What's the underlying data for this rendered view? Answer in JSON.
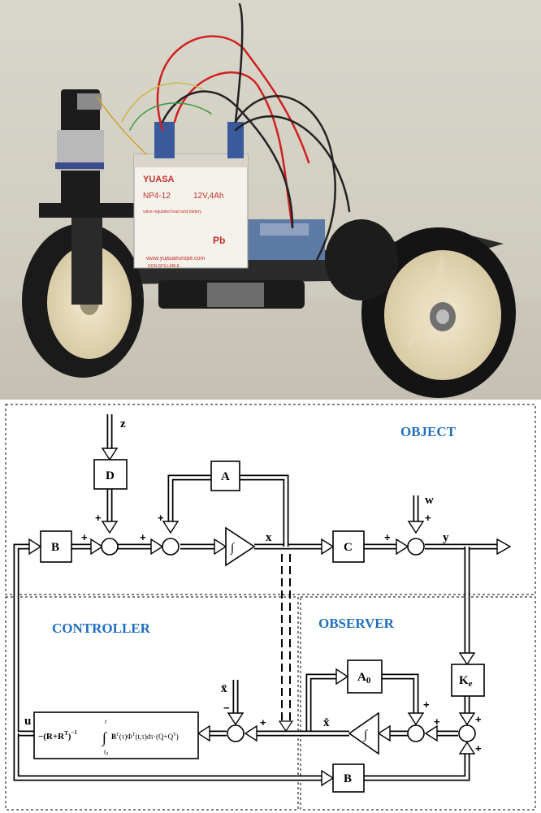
{
  "photo": {
    "battery_brand": "YUASA",
    "battery_model": "NP4-12",
    "battery_rating": "12V,4Ah",
    "battery_chem": "Pb",
    "battery_desc": "valve regulated lead acid battery",
    "battery_url": "www.yuasaeurope.com",
    "battery_note": "NON-SPILLABLE"
  },
  "regions": {
    "object": "OBJECT",
    "controller": "CONTROLLER",
    "observer": "OBSERVER"
  },
  "blocks": {
    "D": "D",
    "A": "A",
    "B_top": "B",
    "C": "C",
    "A0": "A",
    "A0_sub": "0",
    "Ke": "K",
    "Ke_sub": "e",
    "B_bottom": "B",
    "integrator": "∫",
    "integrator_obs": "∫"
  },
  "signals": {
    "z": "z",
    "w": "w",
    "x": "x",
    "y": "y",
    "u": "u",
    "xhat": "x̂",
    "xbar": "x̄"
  },
  "controller_formula": {
    "part1": "−(R+R",
    "sup_T1": "T",
    "part2": ")",
    "sup_inv": "−1",
    "integral": "∫",
    "upper": "t",
    "lower": "t",
    "lower_sub": "0",
    "part3": "B",
    "sup_T2": "T",
    "part4": "(τ)Φ",
    "sup_T3": "T",
    "part5": "(t,τ)dτ·(Q+Q",
    "sup_T4": "T",
    "part6": ")"
  },
  "signs": {
    "plus": "+",
    "minus": "−"
  }
}
